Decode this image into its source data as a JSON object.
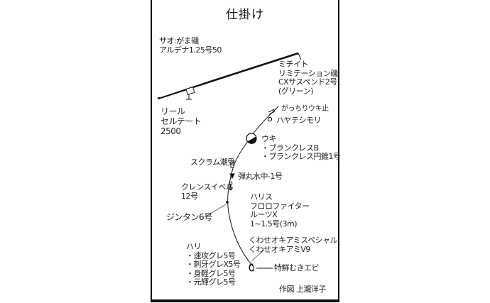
{
  "title": "仕掛け",
  "rod": {
    "line1": "サオ:がま磯",
    "line2": "アルデナ1.25号50"
  },
  "reel": {
    "line1": "リール",
    "line2": "セルテート",
    "line3": "2500"
  },
  "main_line": {
    "line1": "ミチイト",
    "line2": "リミテーション磯",
    "line3": "CXサスペンド2号",
    "line4": "(グリーン)"
  },
  "stopper": "がっちりウキ止",
  "bead": "ハヤテシモリ",
  "float": {
    "line1": "ウキ",
    "line2": "・ブランクレスB",
    "line3": "・ブランクレス円錐1号"
  },
  "float_holder": "スクラム潮受",
  "sinker": "弾丸水中-1号",
  "swivel": {
    "line1": "クレンスイベル",
    "line2": "12号"
  },
  "split_shot": "ジンタン6号",
  "leader": {
    "line1": "ハリス",
    "line2": "フロロファイター",
    "line3": "ルーツX",
    "line4": "1~1.5号(3m)"
  },
  "bait": {
    "line1": "くわせオキアミスペシャル",
    "line2": "くわせオキアミV9"
  },
  "bait2": "特鮮むきエビ",
  "hooks": {
    "line1": "ハリ",
    "line2": "・速攻グレ5号",
    "line3": "・刺牙グレX5号",
    "line4": "・身軽グレ5号",
    "line5": "・元輝グレ5号"
  },
  "credit": "作図 上瀧洋子"
}
